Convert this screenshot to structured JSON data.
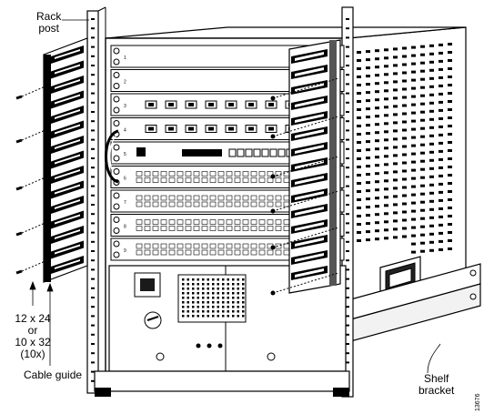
{
  "labels": {
    "rack_post": [
      "Rack",
      "post"
    ],
    "screw_spec": [
      "12 x 24",
      "or",
      "10 x 32",
      "(10x)"
    ],
    "cable_guide": "Cable guide",
    "shelf_bracket": [
      "Shelf",
      "bracket"
    ],
    "figure_id": "13676"
  },
  "slots": [
    "1",
    "2",
    "3",
    "4",
    "5",
    "6",
    "7",
    "8",
    "9"
  ],
  "colors": {
    "line": "#000000",
    "fill_light": "#f2f2f2",
    "fill_dark": "#1a1a1a",
    "background": "#ffffff"
  }
}
